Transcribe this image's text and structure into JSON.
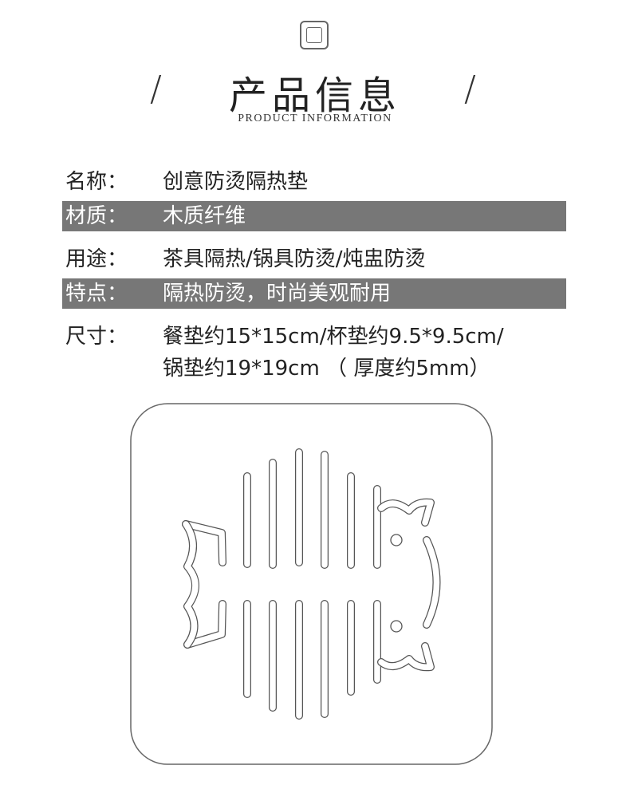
{
  "header": {
    "logo_icon": "square-frame-icon",
    "title": "产品信息",
    "slash_left": "/",
    "slash_right": "/",
    "subtitle": "PRODUCT INFORMATION"
  },
  "specs": [
    {
      "label": "名称：",
      "value": "创意防烫隔热垫",
      "shaded": false
    },
    {
      "label": "材质：",
      "value": "木质纤维",
      "shaded": true
    },
    {
      "label": "用途：",
      "value": "茶具隔热/锅具防烫/炖盅防烫",
      "shaded": false
    },
    {
      "label": "特点：",
      "value": "隔热防烫，时尚美观耐用",
      "shaded": true
    },
    {
      "label": "尺寸：",
      "value": "餐垫约15*15cm/杯垫约9.5*9.5cm/",
      "value2": "锅垫约19*19cm （ 厚度约5mm）",
      "shaded": false
    }
  ],
  "colors": {
    "shade": "#777777",
    "outline": "#555555"
  },
  "illustration": "fish-skeleton-pad-icon"
}
